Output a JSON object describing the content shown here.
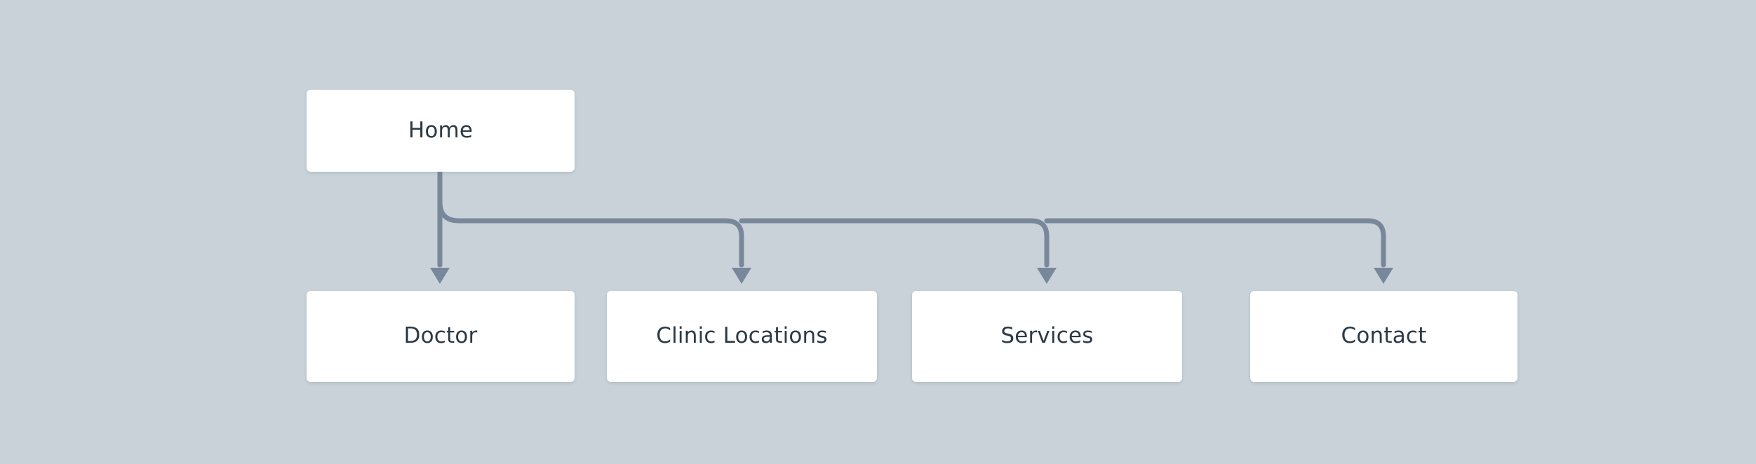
{
  "diagram": {
    "type": "sitemap-flowchart",
    "background_color": "#c8d2d8",
    "node_fill_color": "#ffffff",
    "node_text_color": "#2b3a47",
    "connector_color": "#78889a",
    "connector_width": 7,
    "root": {
      "id": "home",
      "label": "Home"
    },
    "children": [
      {
        "id": "doctor",
        "label": "Doctor"
      },
      {
        "id": "clinic-locations",
        "label": "Clinic Locations"
      },
      {
        "id": "services",
        "label": "Services"
      },
      {
        "id": "contact",
        "label": "Contact"
      }
    ],
    "edges": [
      {
        "from": "home",
        "to": "doctor",
        "style": "straight-down",
        "arrow": true
      },
      {
        "from": "home",
        "to": "clinic-locations",
        "style": "orthogonal-elbow",
        "arrow": true
      },
      {
        "from": "home",
        "to": "services",
        "style": "orthogonal-elbow",
        "arrow": true
      },
      {
        "from": "home",
        "to": "contact",
        "style": "orthogonal-elbow",
        "arrow": true
      }
    ]
  }
}
